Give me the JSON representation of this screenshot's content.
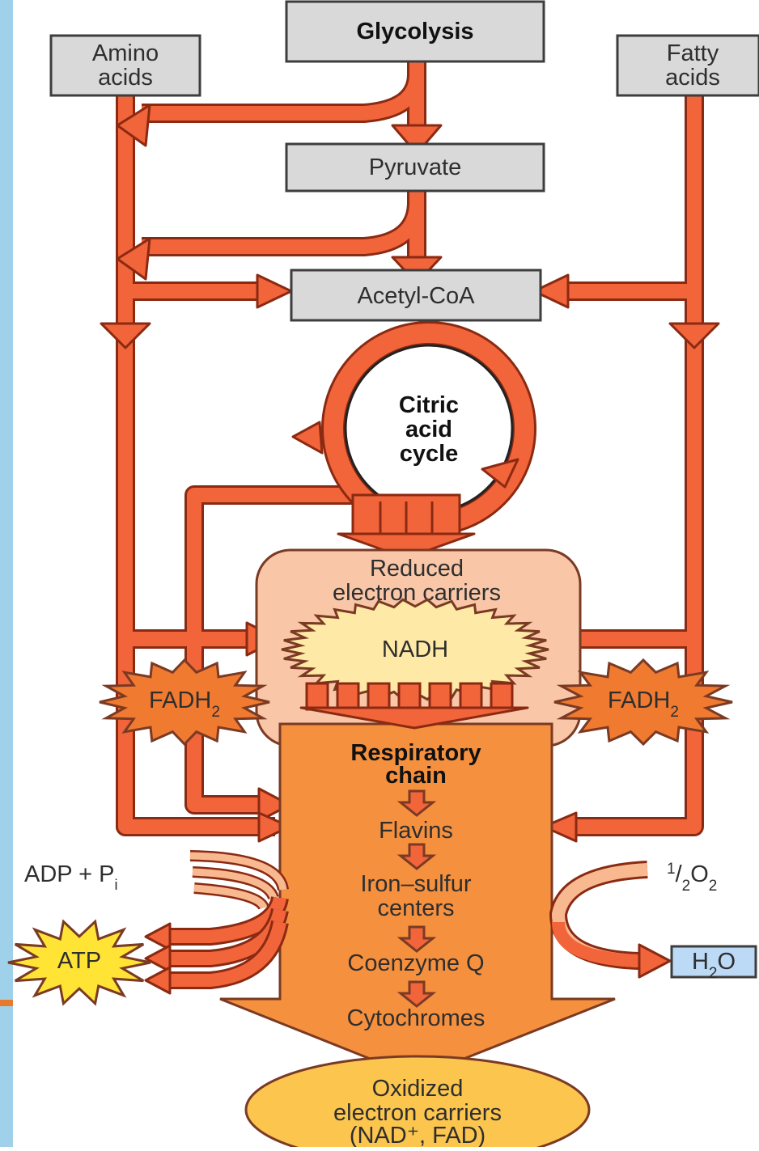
{
  "boxes": {
    "glycolysis": "Glycolysis",
    "amino_l1": "Amino",
    "amino_l2": "acids",
    "fatty_l1": "Fatty",
    "fatty_l2": "acids",
    "pyruvate": "Pyruvate",
    "acetyl_coa": "Acetyl-CoA"
  },
  "cycle": {
    "l1": "Citric",
    "l2": "acid",
    "l3": "cycle"
  },
  "reduced": {
    "l1": "Reduced",
    "l2": "electron carriers"
  },
  "nadh": "NADH",
  "fadh2_left": {
    "main": "FADH",
    "sub": "2"
  },
  "fadh2_right": {
    "main": "FADH",
    "sub": "2"
  },
  "chain": {
    "title_l1": "Respiratory",
    "title_l2": "chain",
    "flavins": "Flavins",
    "iron_l1": "Iron–sulfur",
    "iron_l2": "centers",
    "coq": "Coenzyme Q",
    "cytochromes": "Cytochromes"
  },
  "adp": {
    "main": "ADP + P",
    "sub": "i"
  },
  "atp": "ATP",
  "oxygen": {
    "sup": "1",
    "slash": "/",
    "sub1": "2",
    "o": "O",
    "sub2": "2"
  },
  "water": {
    "h": "H",
    "sub": "2",
    "o": "O"
  },
  "oxidized": {
    "l1": "Oxidized",
    "l2": "electron carriers",
    "l3": "(NAD⁺, FAD)"
  },
  "colors": {
    "arrow_fill": "#f2643a",
    "arrow_stroke": "#8a2a12",
    "chain_fill": "#f5903e",
    "reduced_fill": "#f9c7a8",
    "nadh_fill": "#ffe9a6",
    "fadh2_fill": "#f07a30",
    "atp_fill": "#ffe436",
    "oxidized_fill": "#fbc54e",
    "water_fill": "#bcd9f5",
    "box_fill": "#d9d9d9"
  }
}
